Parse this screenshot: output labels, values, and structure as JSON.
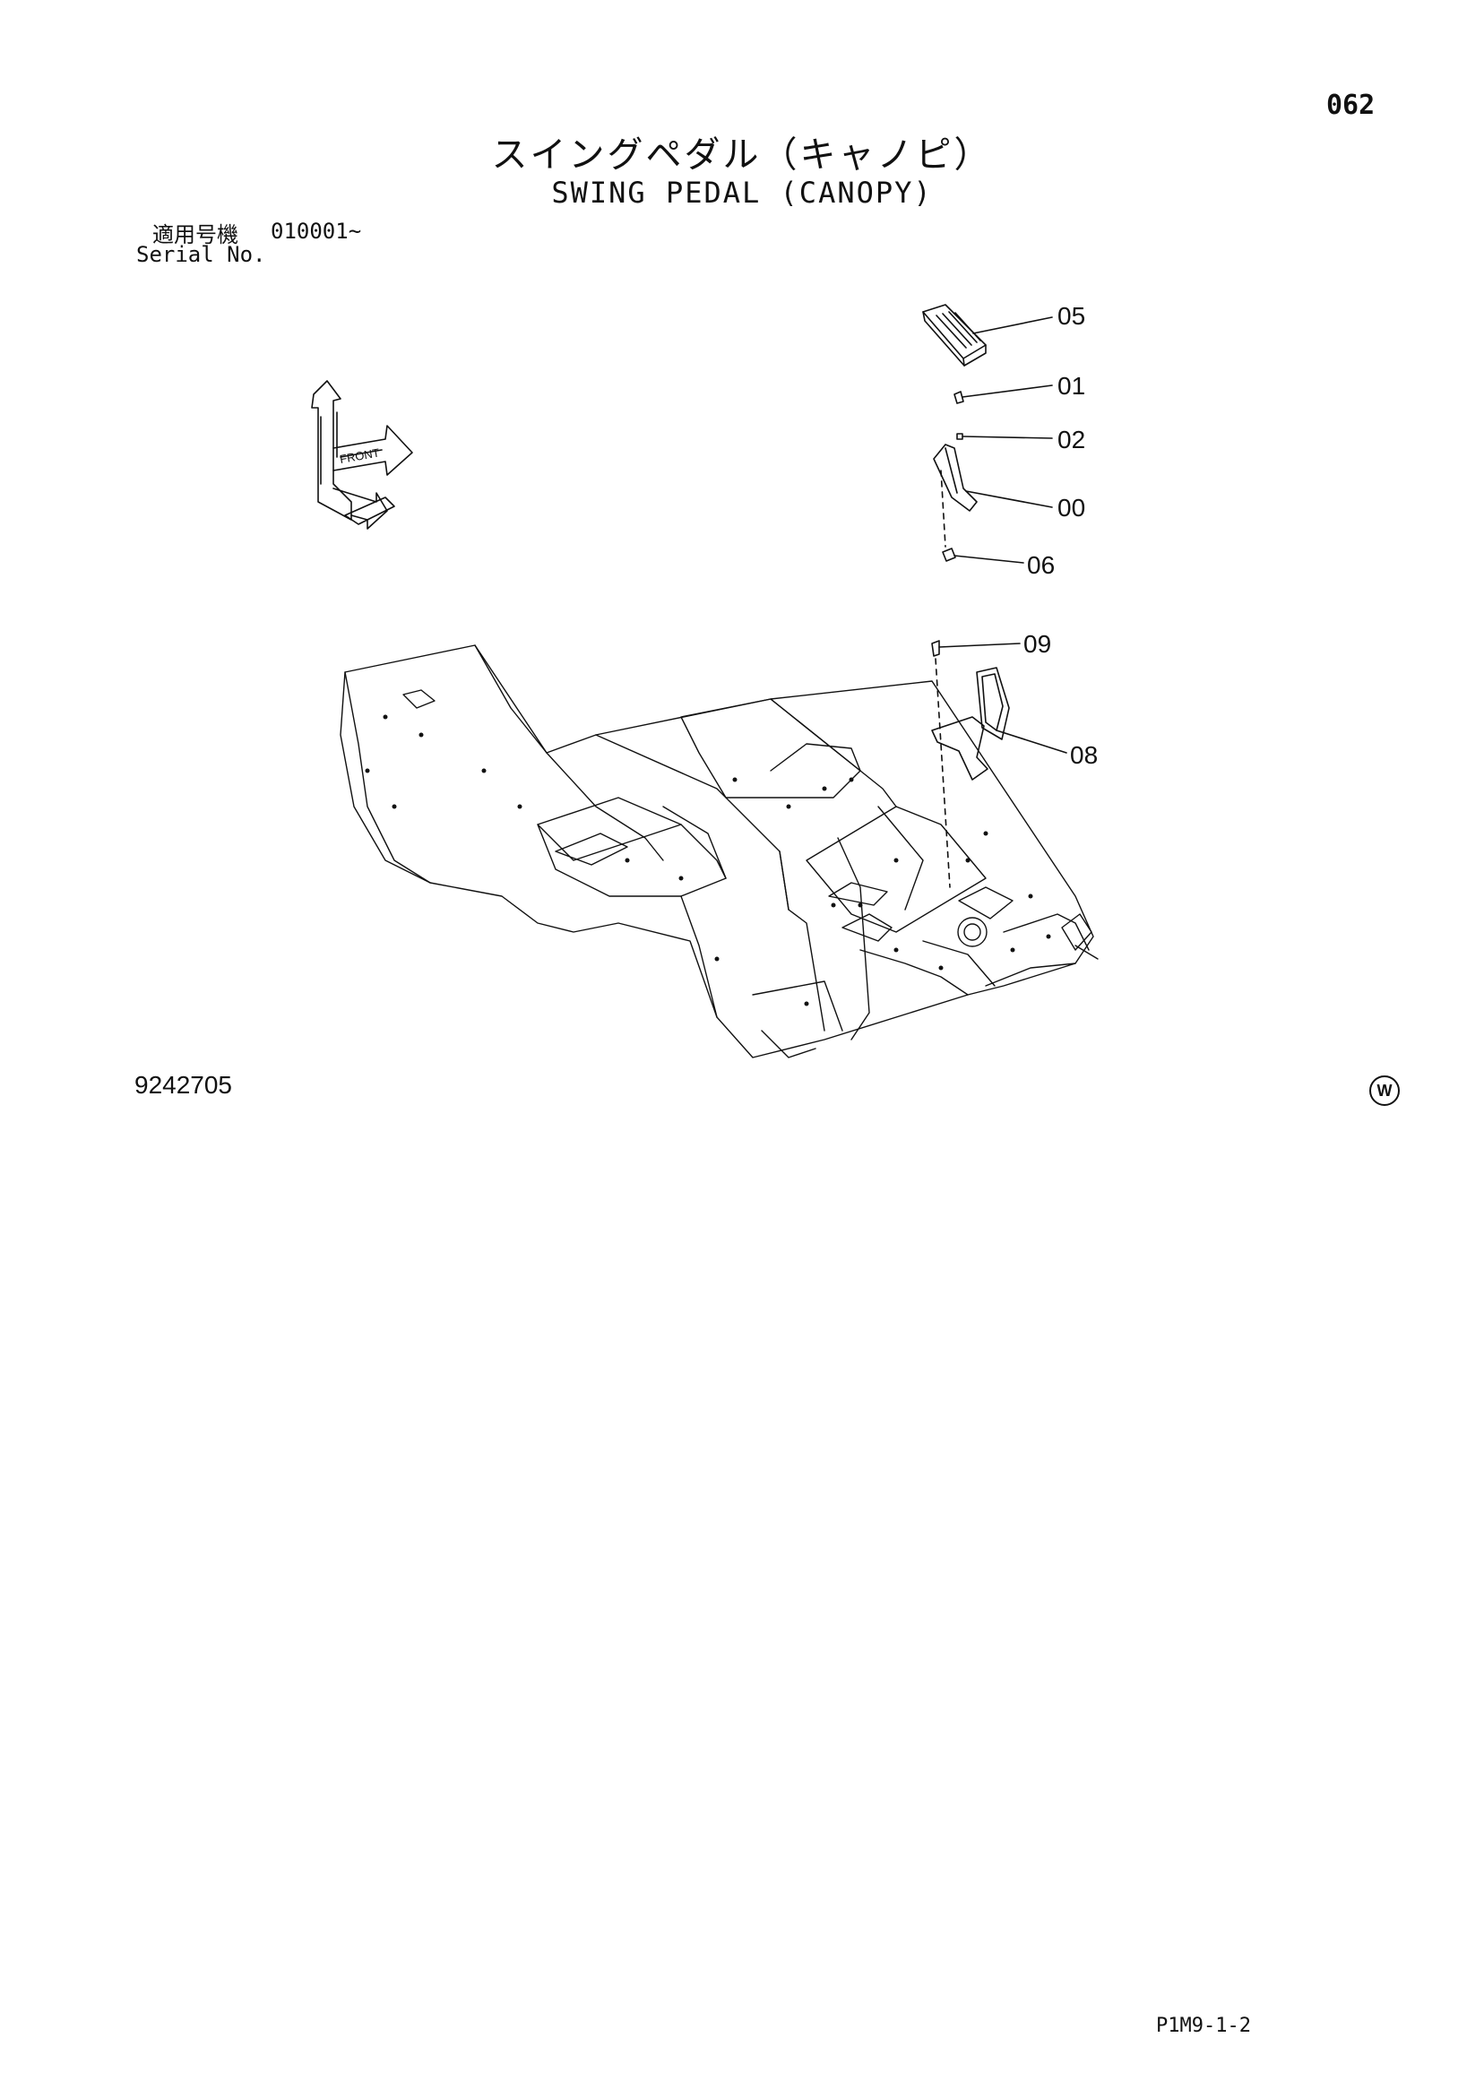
{
  "header": {
    "page_number": "062",
    "title_jp": "スイングペダル（キャノピ）",
    "title_en": "SWING PEDAL (CANOPY)",
    "serial_label_jp": "適用号機",
    "serial_value": "010001~",
    "serial_label_en": "Serial No."
  },
  "callouts": [
    {
      "id": "05"
    },
    {
      "id": "01"
    },
    {
      "id": "02"
    },
    {
      "id": "00"
    },
    {
      "id": "06"
    },
    {
      "id": "09"
    },
    {
      "id": "08"
    }
  ],
  "direction_marker": {
    "text": "FRONT"
  },
  "footer": {
    "drawing_number": "9242705",
    "mark": "W",
    "page_code": "P1M9-1-2"
  }
}
